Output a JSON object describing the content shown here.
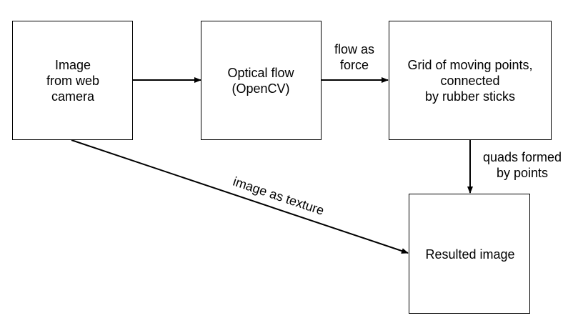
{
  "nodes": {
    "camera": {
      "lines": [
        "Image",
        "from web",
        "camera"
      ]
    },
    "optical_flow": {
      "lines": [
        "Optical flow",
        "(OpenCV)"
      ]
    },
    "grid": {
      "lines": [
        "Grid of moving points,",
        "connected",
        "by rubber sticks"
      ]
    },
    "result": {
      "lines": [
        "Resulted image"
      ]
    }
  },
  "edges": {
    "camera_to_flow": {
      "lines": []
    },
    "flow_to_grid": {
      "lines": [
        "flow as",
        "force"
      ]
    },
    "grid_to_result": {
      "lines": [
        "quads formed",
        "by points"
      ]
    },
    "camera_to_result": {
      "lines": [
        "image as texture"
      ]
    }
  },
  "colors": {
    "stroke": "#000000",
    "background": "#ffffff"
  }
}
